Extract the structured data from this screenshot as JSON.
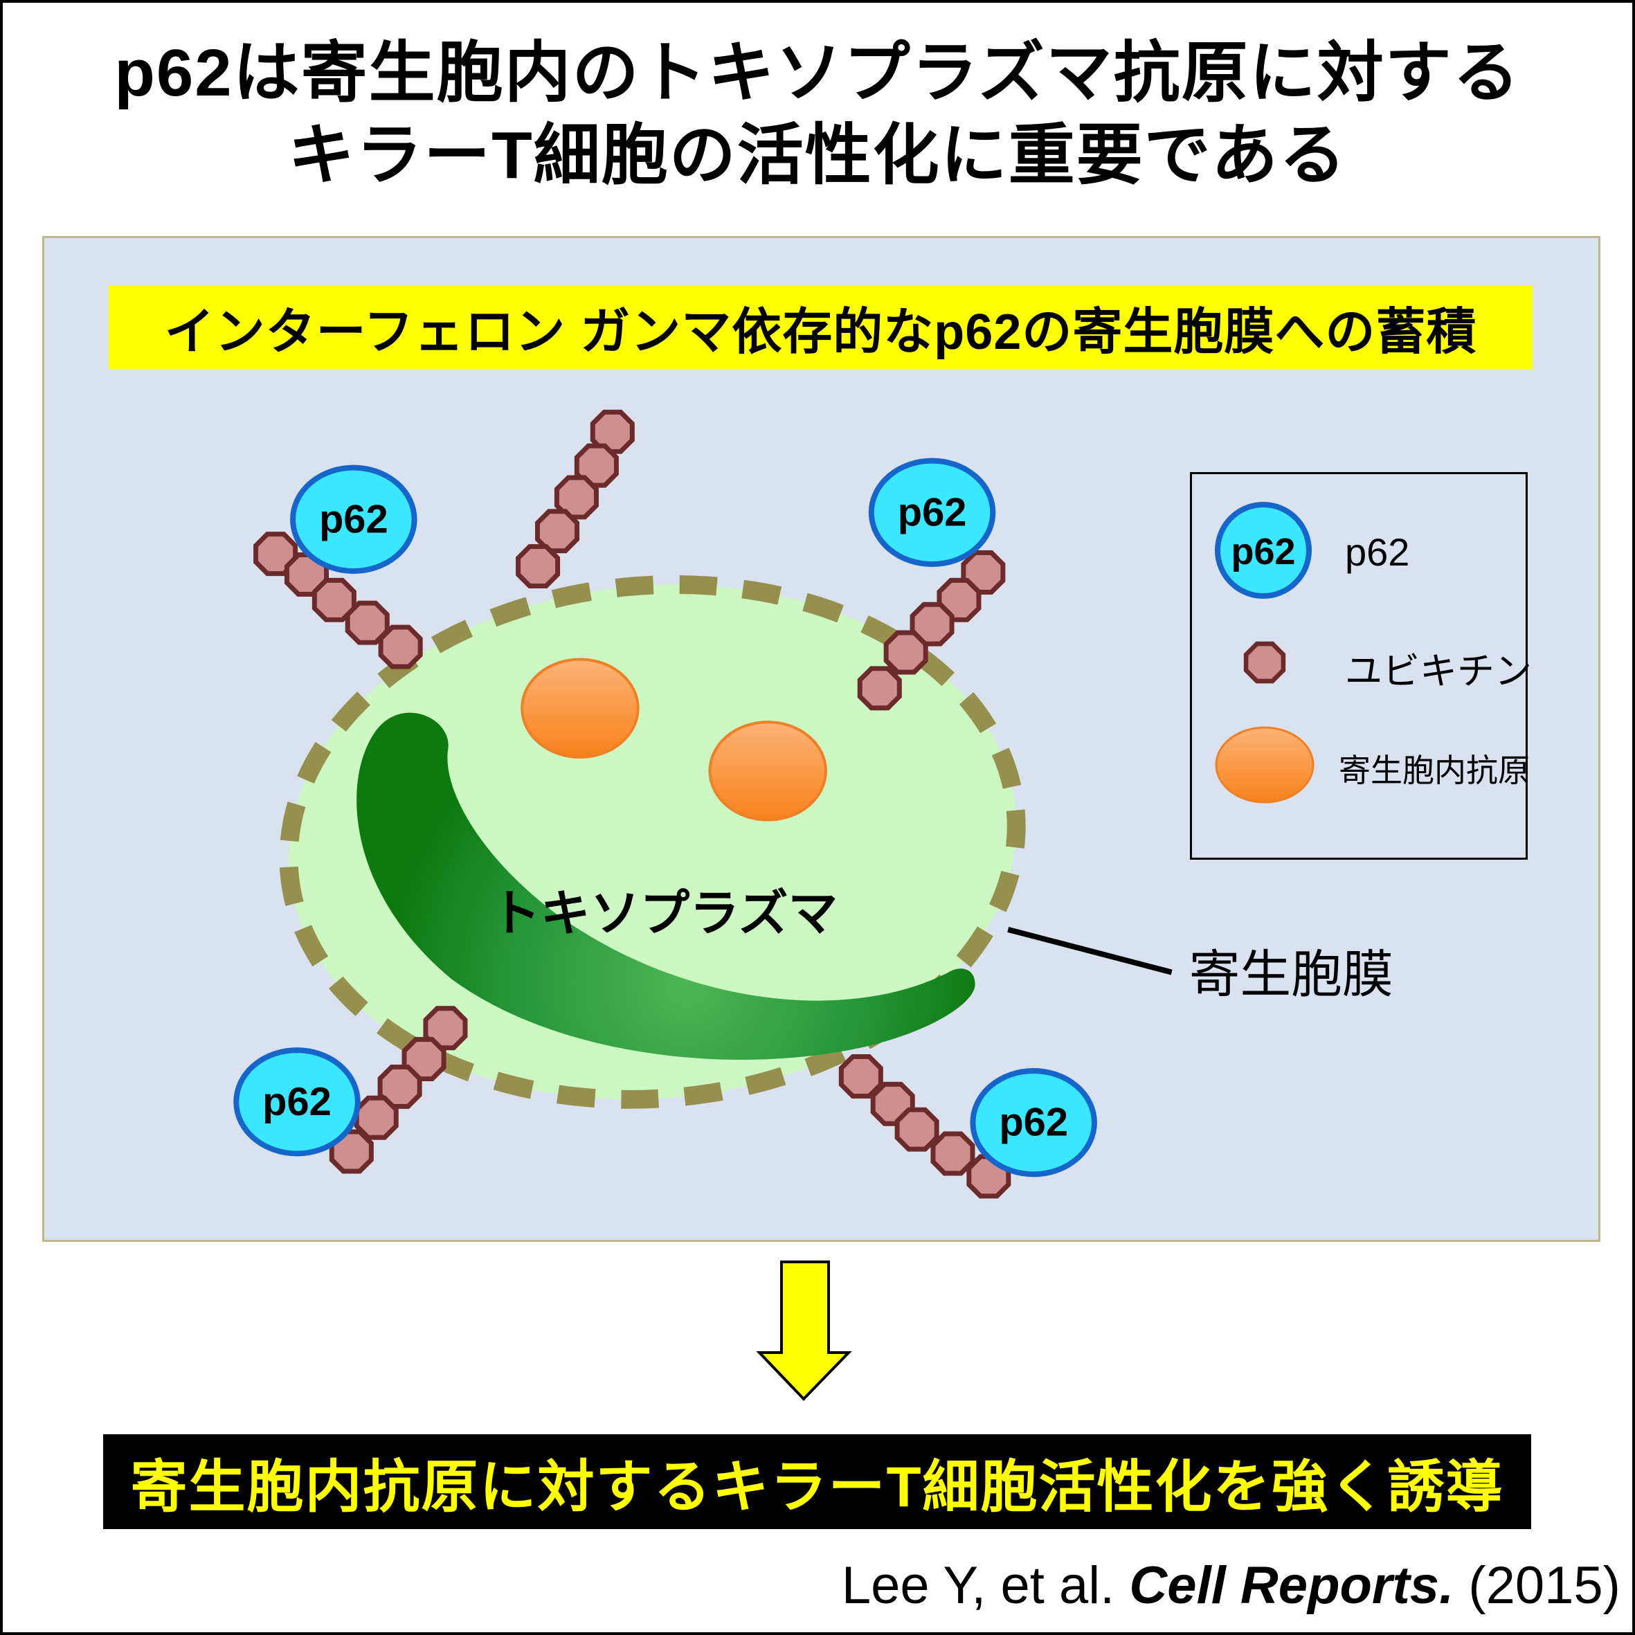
{
  "title": {
    "line1": "p62は寄生胞内のトキソプラズマ抗原に対する",
    "line2": "キラーT細胞の活性化に重要である"
  },
  "panel": {
    "banner": "インターフェロン ガンマ依存的なp62の寄生胞膜への蓄積",
    "cell_label": "トキソプラズマ",
    "membrane_label": "寄生胞膜",
    "p62_label": "p62",
    "legend": {
      "items": [
        {
          "icon": "p62-icon",
          "label": "p62"
        },
        {
          "icon": "ubiquitin-icon",
          "label": "ユビキチン"
        },
        {
          "icon": "antigen-icon",
          "label": "寄生胞内抗原"
        }
      ]
    }
  },
  "conclusion": {
    "text": "寄生胞内抗原に対するキラーT細胞活性化を強く誘導"
  },
  "citation": {
    "authors": "Lee Y, et al. ",
    "journal": "Cell Reports.",
    "year": " (2015)"
  },
  "colors": {
    "panel_background": "#dae2ef",
    "panel_border": "#c0b78c",
    "highlight_yellow": "#ffff00",
    "membrane_olive": "#96904f",
    "vacuole_green": "#ccf7c2",
    "toxoplasma_green_dark": "#0d7a10",
    "toxoplasma_green_light": "#4eb553",
    "ubiquitin_pink": "#d08f8f",
    "ubiquitin_outline": "#6d2a2a",
    "p62_cyan": "#3ae7fe",
    "p62_outline": "#1565cb",
    "antigen_orange": "#f8821b",
    "conclusion_background": "#000000",
    "conclusion_text": "#ffff00"
  }
}
